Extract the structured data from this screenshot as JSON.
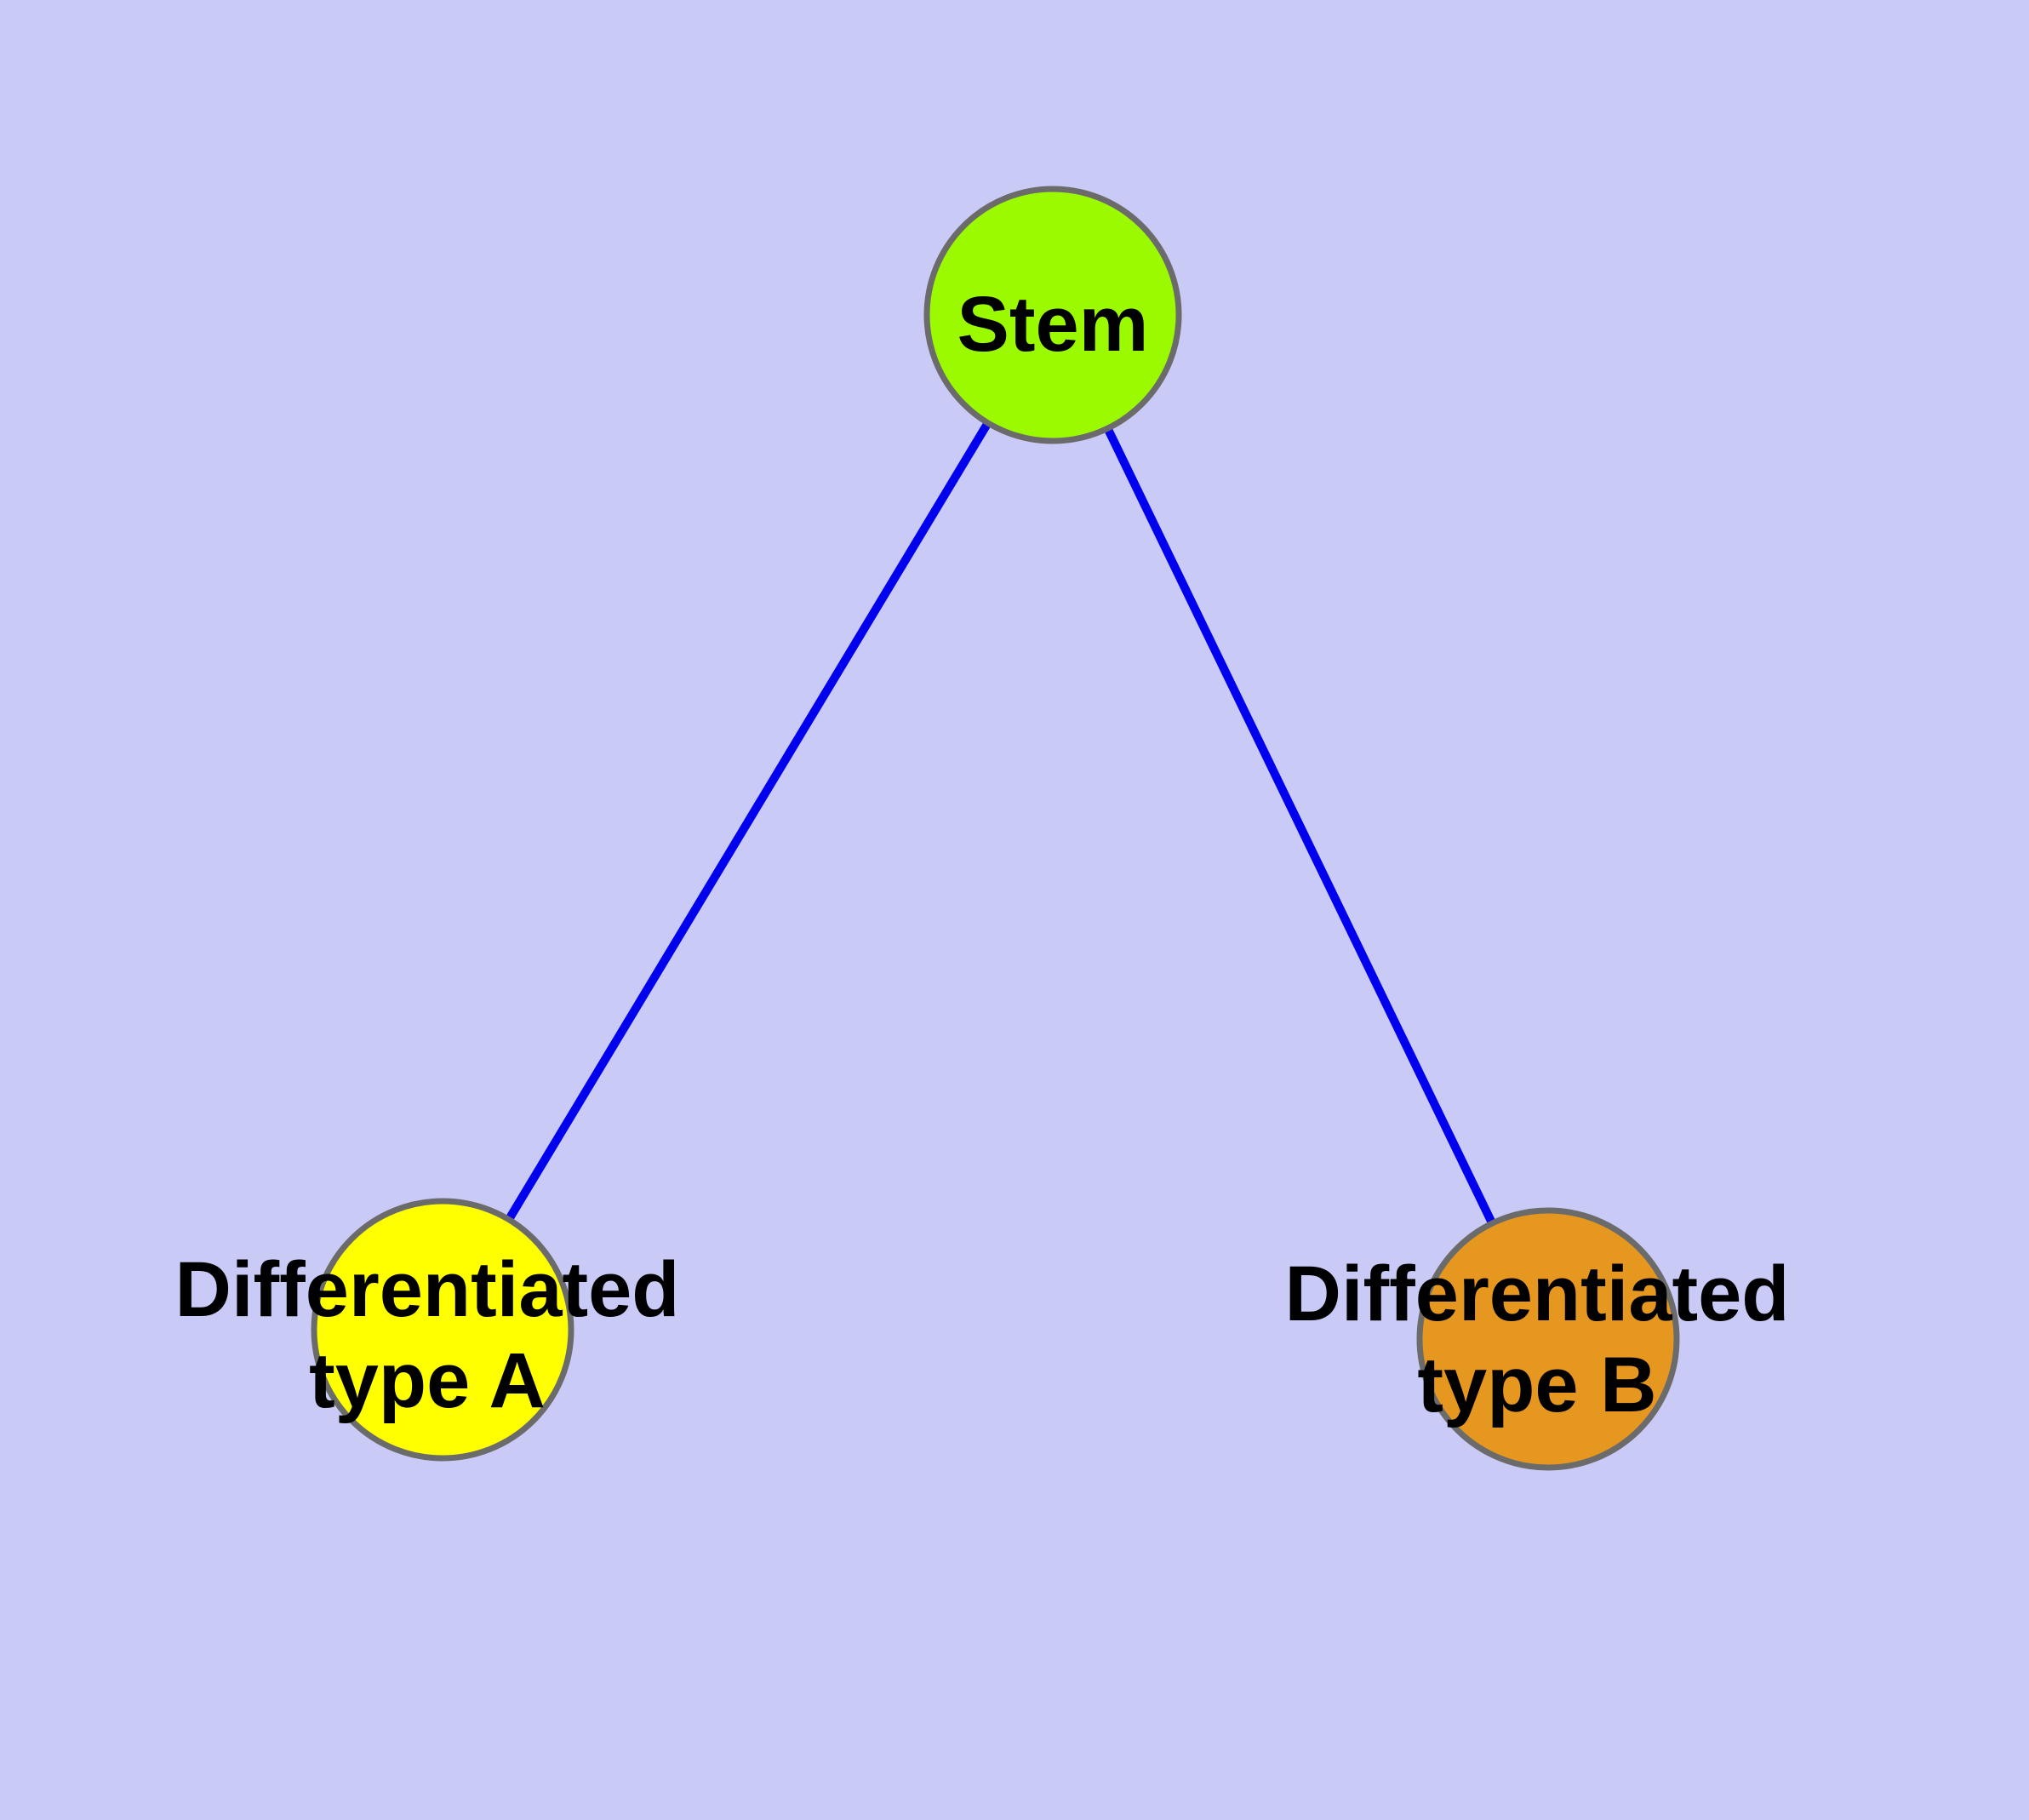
{
  "diagram": {
    "type": "node-link-graph",
    "background_color": "#CACAF6",
    "edge_color": "#0000EE",
    "node_border_color": "#6B6B6B",
    "label_color": "#000000",
    "nodes": {
      "stem": {
        "label": "Stem",
        "fill_color": "#9BFA00"
      },
      "diff_a": {
        "label": "Differentiated type A",
        "label_line1": "Differentiated",
        "label_line2": "type A",
        "fill_color": "#FFFF00"
      },
      "diff_b": {
        "label": "Differentiated type B",
        "label_line1": "Differentiated",
        "label_line2": "type B",
        "fill_color": "#E5971F"
      }
    },
    "edges": [
      {
        "from": "Stem",
        "to": "Differentiated type A"
      },
      {
        "from": "Stem",
        "to": "Differentiated type B"
      }
    ]
  }
}
